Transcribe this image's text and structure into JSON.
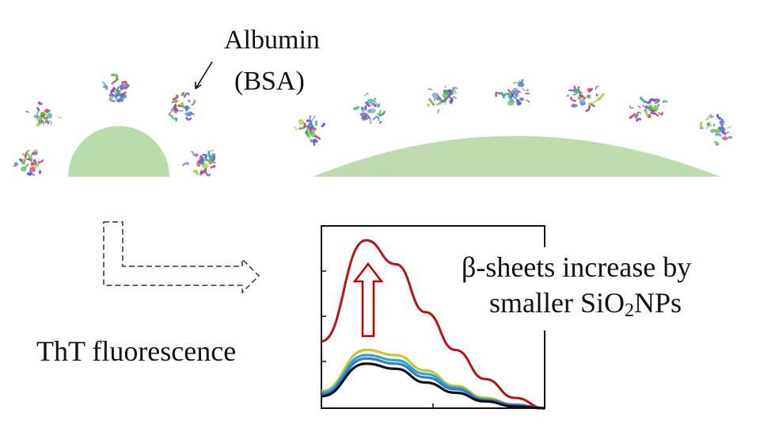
{
  "labels": {
    "albumin": "Albumin",
    "bsa": "(BSA)",
    "tht": "ThT fluorescence",
    "caption_line1": "β-sheets increase by",
    "caption_line2_a": "smaller SiO",
    "caption_line2_sub": "2",
    "caption_line2_b": "NPs"
  },
  "colors": {
    "nanoparticle": "#b9dca8",
    "large_particle": "#bfdcae",
    "protein_palette": [
      "#4a4fcf",
      "#8a3fb8",
      "#59b34a",
      "#c33a5a",
      "#3aa0a0",
      "#6a8fe0",
      "#9acd32"
    ],
    "arrow_outline": "#c00000",
    "curve_red": "#b41414",
    "curve_yellow": "#c8c832",
    "curve_cyan": "#2aa6d6",
    "curve_blue": "#3a78c8",
    "curve_black": "#111111"
  },
  "chart_data": {
    "type": "line",
    "xlabel": "",
    "ylabel": "",
    "series": [
      {
        "color": "#b41414",
        "values": [
          0.39,
          0.98,
          0.84,
          0.56,
          0.34,
          0.17,
          0.06,
          0.0
        ]
      },
      {
        "color": "#c8c832",
        "values": [
          0.1,
          0.34,
          0.31,
          0.22,
          0.13,
          0.06,
          0.02,
          0.0
        ]
      },
      {
        "color": "#2aa6d6",
        "values": [
          0.09,
          0.31,
          0.28,
          0.2,
          0.12,
          0.05,
          0.02,
          0.0
        ]
      },
      {
        "color": "#3a78c8",
        "values": [
          0.08,
          0.29,
          0.26,
          0.18,
          0.11,
          0.05,
          0.02,
          0.0
        ]
      },
      {
        "color": "#111111",
        "values": [
          0.07,
          0.26,
          0.23,
          0.15,
          0.09,
          0.04,
          0.01,
          0.0
        ]
      }
    ]
  }
}
